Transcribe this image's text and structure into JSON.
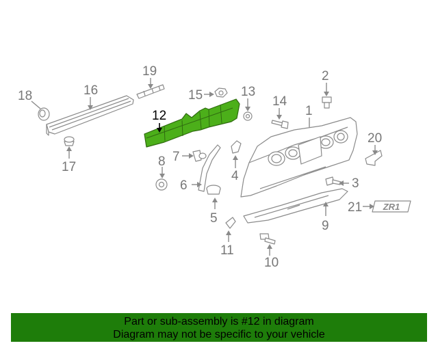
{
  "callouts": {
    "c1": "1",
    "c2": "2",
    "c3": "3",
    "c4": "4",
    "c5": "5",
    "c6": "6",
    "c7": "7",
    "c8": "8",
    "c9": "9",
    "c10": "10",
    "c11": "11",
    "c12": "12",
    "c13": "13",
    "c14": "14",
    "c15": "15",
    "c16": "16",
    "c17": "17",
    "c18": "18",
    "c19": "19",
    "c20": "20",
    "c21": "21"
  },
  "badge_text": "ZR1",
  "highlighted_part": "12",
  "notice": {
    "line1": "Part or sub-assembly is #12 in diagram",
    "line2": "Diagram may not be specific to your vehicle"
  },
  "colors": {
    "highlight": "#4caf1a",
    "notice_background": "#1e7d0a",
    "line_art": "#8a8a8a"
  }
}
